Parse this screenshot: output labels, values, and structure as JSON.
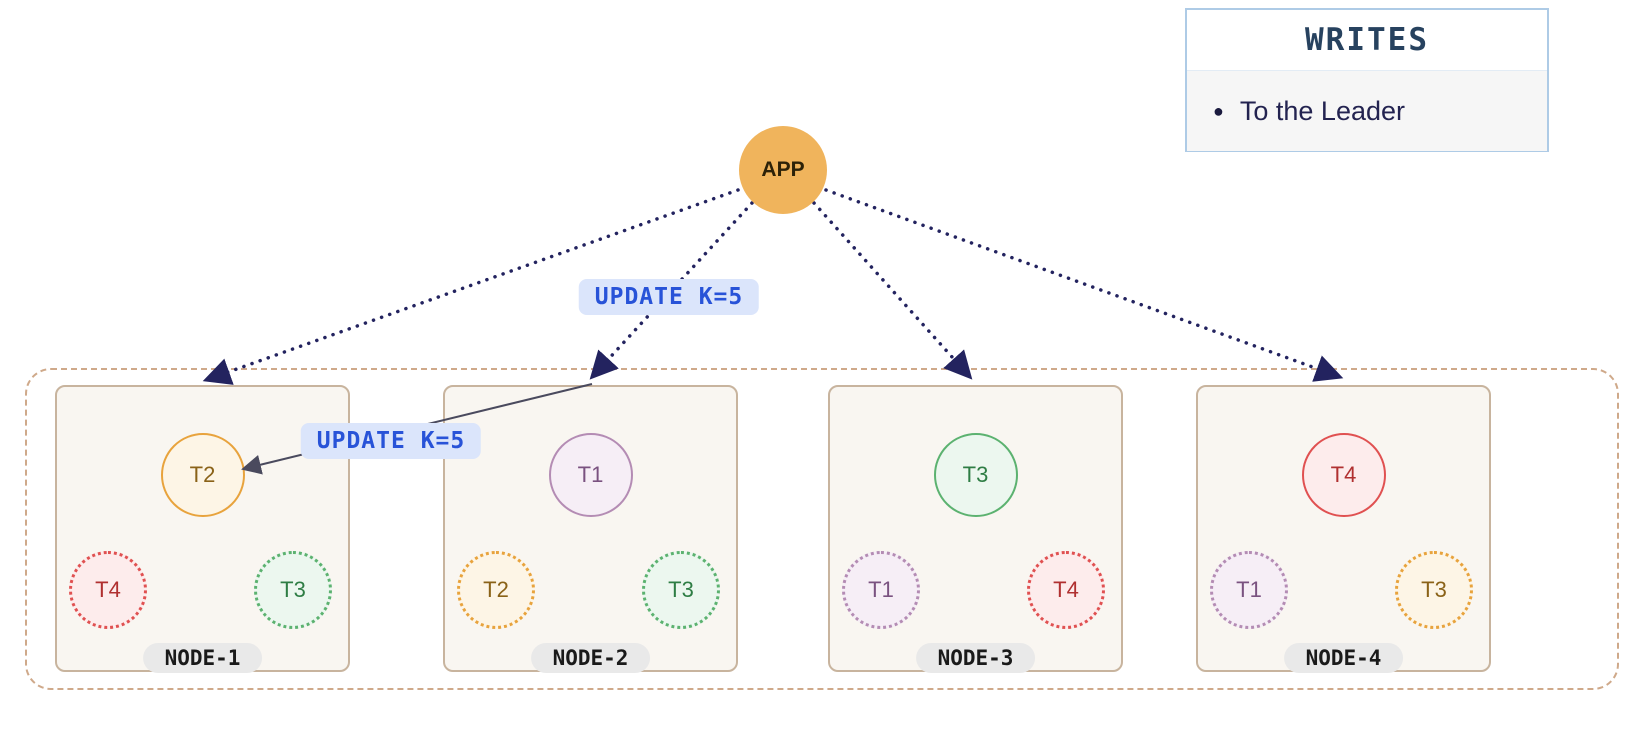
{
  "legend": {
    "title": "WRITES",
    "items": [
      {
        "bullet": "●",
        "label": "To the Leader"
      }
    ]
  },
  "app": {
    "label": "APP",
    "color": "#f0b45c"
  },
  "messages": {
    "update_app_to_node2": "UPDATE K=5",
    "update_forward_to_leader": "UPDATE K=5"
  },
  "colors": {
    "arrow_dotted": "#23235f",
    "arrow_solid": "#4a4a5e",
    "badge_bg": "#dbe5fb",
    "badge_text": "#2853d8",
    "cluster_border": "#cfa98a",
    "node_border": "#c8b49e"
  },
  "nodes": [
    {
      "name": "NODE-1",
      "leader": {
        "label": "T2",
        "border": "#e8a33d",
        "fill": "#fdf5e6",
        "text": "#8a6218"
      },
      "followers": [
        {
          "label": "T4",
          "border": "#e05151",
          "fill": "#fdecec",
          "text": "#b03030"
        },
        {
          "label": "T3",
          "border": "#5cb270",
          "fill": "#ecf7ef",
          "text": "#2e7d44"
        }
      ]
    },
    {
      "name": "NODE-2",
      "leader": {
        "label": "T1",
        "border": "#b48cb4",
        "fill": "#f6eef6",
        "text": "#7a5280"
      },
      "followers": [
        {
          "label": "T2",
          "border": "#e8a33d",
          "fill": "#fdf5e6",
          "text": "#8a6218"
        },
        {
          "label": "T3",
          "border": "#5cb270",
          "fill": "#ecf7ef",
          "text": "#2e7d44"
        }
      ]
    },
    {
      "name": "NODE-3",
      "leader": {
        "label": "T3",
        "border": "#5cb270",
        "fill": "#ecf7ef",
        "text": "#2e7d44"
      },
      "followers": [
        {
          "label": "T1",
          "border": "#b48cb4",
          "fill": "#f6eef6",
          "text": "#7a5280"
        },
        {
          "label": "T4",
          "border": "#e05151",
          "fill": "#fdecec",
          "text": "#b03030"
        }
      ]
    },
    {
      "name": "NODE-4",
      "leader": {
        "label": "T4",
        "border": "#e05151",
        "fill": "#fdecec",
        "text": "#b03030"
      },
      "followers": [
        {
          "label": "T1",
          "border": "#b48cb4",
          "fill": "#f6eef6",
          "text": "#7a5280"
        },
        {
          "label": "T3",
          "border": "#e8a33d",
          "fill": "#fdf5e6",
          "text": "#8a6218"
        }
      ]
    }
  ]
}
